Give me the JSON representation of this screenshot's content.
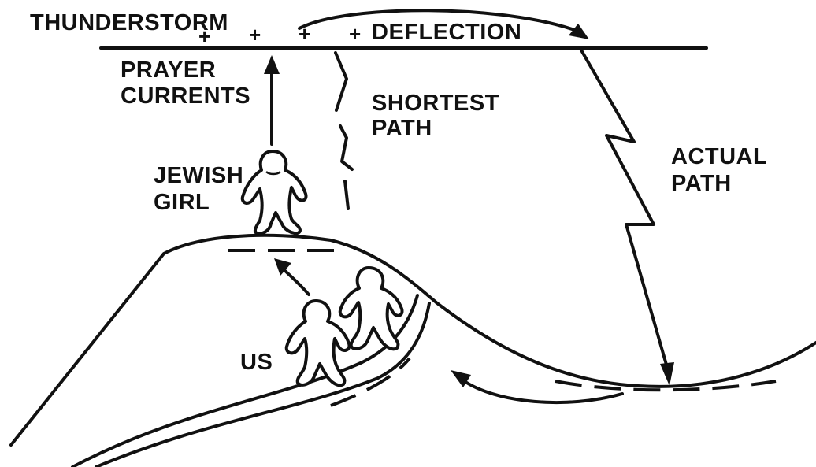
{
  "labels": {
    "thunderstorm": "THUNDERSTORM",
    "deflection": "DEFLECTION",
    "prayer_line1": "PRAYER",
    "prayer_line2": "CURRENTS",
    "shortest_line1": "SHORTEST",
    "shortest_line2": "PATH",
    "actual_line1": "ACTUAL",
    "actual_line2": "PATH",
    "jewish_line1": "JEWISH",
    "jewish_line2": "GIRL",
    "us": "US"
  },
  "charges": [
    "+",
    "+",
    "+",
    "+"
  ],
  "colors": {
    "ink": "#111111",
    "background": "#ffffff"
  }
}
